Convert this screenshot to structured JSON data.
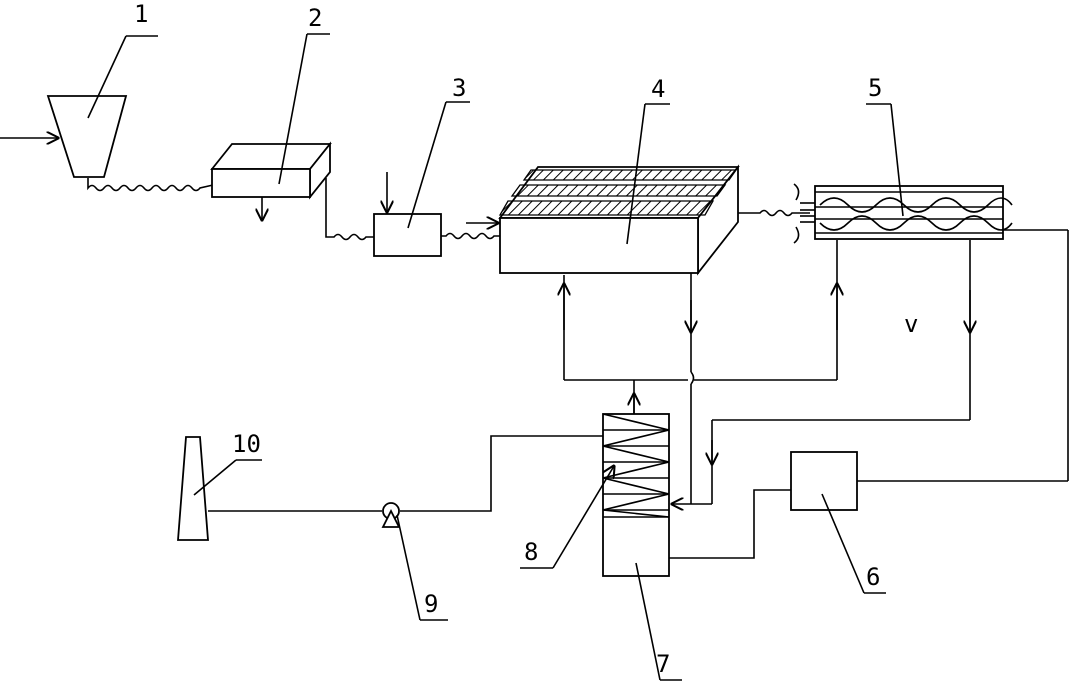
{
  "labels": {
    "l1": "1",
    "l2": "2",
    "l3": "3",
    "l4": "4",
    "l5": "5",
    "l6": "6",
    "l7": "7",
    "l8": "8",
    "l9": "9",
    "l10": "10",
    "mark_v": "v"
  },
  "colors": {
    "line": "#000000",
    "background": "#ffffff"
  }
}
